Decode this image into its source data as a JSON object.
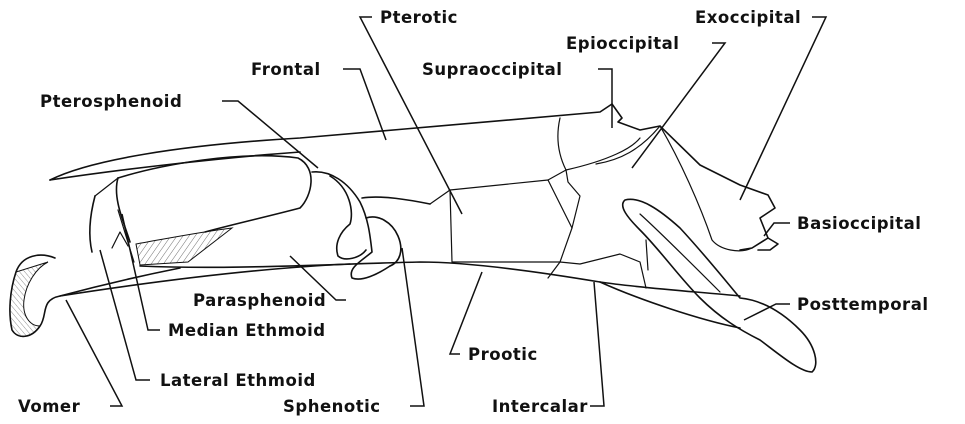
{
  "labels": {
    "pterotic": "Pterotic",
    "exoccipital": "Exoccipital",
    "epioccipital": "Epioccipital",
    "frontal": "Frontal",
    "supraoccipital": "Supraoccipital",
    "pterosphenoid": "Pterosphenoid",
    "basioccipital": "Basioccipital",
    "posttemporal": "Posttemporal",
    "parasphenoid": "Parasphenoid",
    "median_ethmoid": "Median Ethmoid",
    "prootic": "Prootic",
    "lateral_ethmoid": "Lateral Ethmoid",
    "vomer": "Vomer",
    "sphenotic": "Sphenotic",
    "intercalar": "Intercalar"
  }
}
